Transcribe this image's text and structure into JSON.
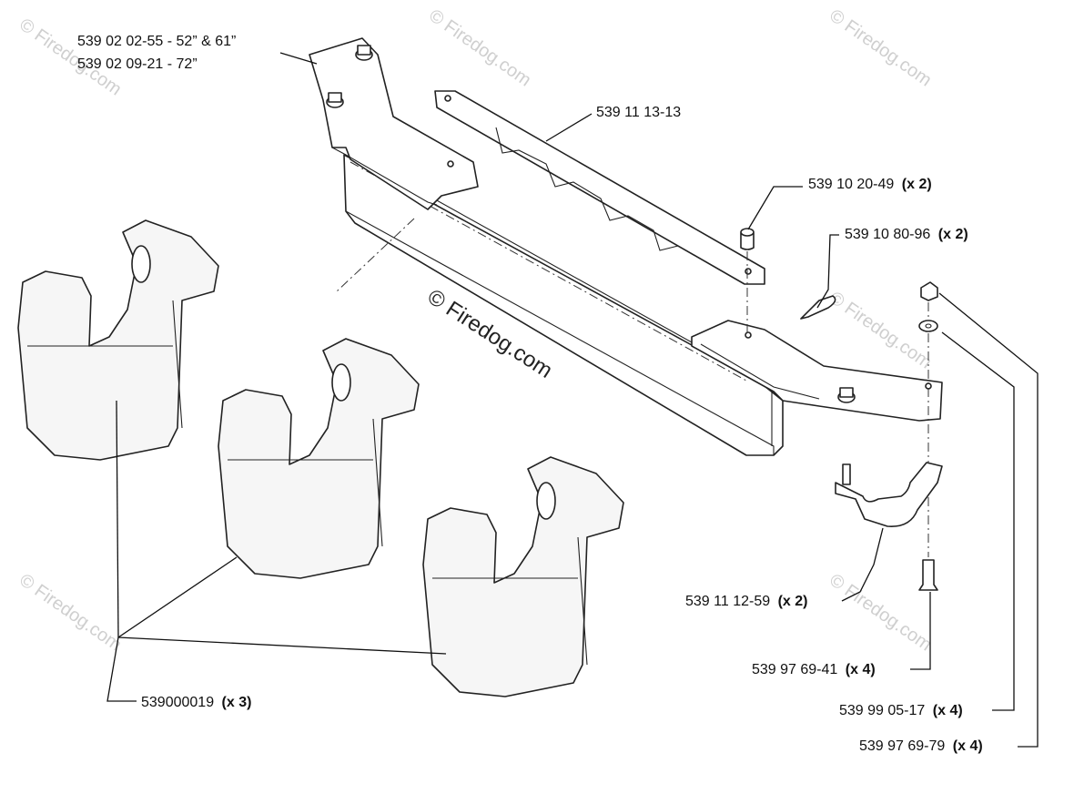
{
  "watermark": {
    "text": "© Firedog.com"
  },
  "labels": {
    "bracket_52_61": {
      "part": "539 02 02-55 - 52” & 61”",
      "qty": ""
    },
    "bracket_72": {
      "part": "539 02 09-21 - 72”",
      "qty": ""
    },
    "bar": {
      "part": "539 11 13-13",
      "qty": ""
    },
    "pin": {
      "part": "539 10 20-49",
      "qty": "(x 2)"
    },
    "hair_pin": {
      "part": "539 10 80-96",
      "qty": "(x 2)"
    },
    "clamp": {
      "part": "539 11 12-59",
      "qty": "(x 2)"
    },
    "bolt": {
      "part": "539 97 69-41",
      "qty": "(x 4)"
    },
    "washer": {
      "part": "539 99 05-17",
      "qty": "(x 4)"
    },
    "nut": {
      "part": "539 97 69-79",
      "qty": "(x 4)"
    },
    "weight": {
      "part": "539000019",
      "qty": "(x 3)"
    }
  }
}
